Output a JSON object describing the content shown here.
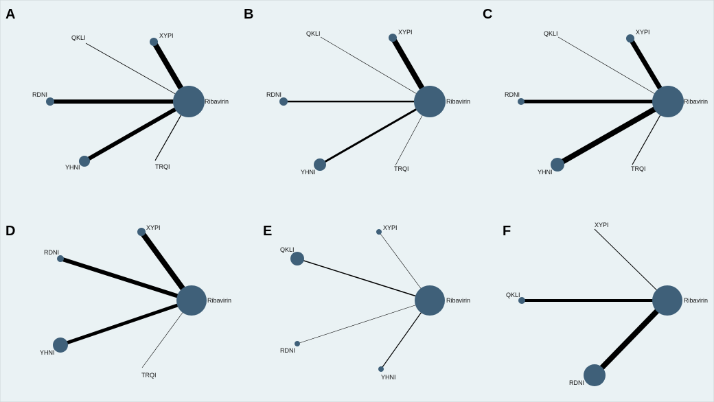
{
  "figure": {
    "node_color": "#3f6079",
    "background_color": "#eaf2f4",
    "edge_color": "#000000",
    "panels": [
      {
        "letter": "A",
        "nodes": [
          {
            "label": "Ribavirin"
          },
          {
            "label": "XYPI"
          },
          {
            "label": "QKLI"
          },
          {
            "label": "RDNI"
          },
          {
            "label": "YHNI"
          },
          {
            "label": "TRQI"
          }
        ],
        "edges": [
          {
            "from": "XYPI",
            "to": "Ribavirin"
          },
          {
            "from": "QKLI",
            "to": "Ribavirin"
          },
          {
            "from": "RDNI",
            "to": "Ribavirin"
          },
          {
            "from": "YHNI",
            "to": "Ribavirin"
          },
          {
            "from": "TRQI",
            "to": "Ribavirin"
          }
        ]
      },
      {
        "letter": "B",
        "nodes": [
          {
            "label": "Ribavirin"
          },
          {
            "label": "XYPI"
          },
          {
            "label": "QKLI"
          },
          {
            "label": "RDNI"
          },
          {
            "label": "YHNI"
          },
          {
            "label": "TRQI"
          }
        ],
        "edges": [
          {
            "from": "XYPI",
            "to": "Ribavirin"
          },
          {
            "from": "QKLI",
            "to": "Ribavirin"
          },
          {
            "from": "RDNI",
            "to": "Ribavirin"
          },
          {
            "from": "YHNI",
            "to": "Ribavirin"
          },
          {
            "from": "TRQI",
            "to": "Ribavirin"
          }
        ]
      },
      {
        "letter": "C",
        "nodes": [
          {
            "label": "Ribavirin"
          },
          {
            "label": "XYPI"
          },
          {
            "label": "QKLI"
          },
          {
            "label": "RDNI"
          },
          {
            "label": "YHNI"
          },
          {
            "label": "TRQI"
          }
        ],
        "edges": [
          {
            "from": "XYPI",
            "to": "Ribavirin"
          },
          {
            "from": "QKLI",
            "to": "Ribavirin"
          },
          {
            "from": "RDNI",
            "to": "Ribavirin"
          },
          {
            "from": "YHNI",
            "to": "Ribavirin"
          },
          {
            "from": "TRQI",
            "to": "Ribavirin"
          }
        ]
      },
      {
        "letter": "D",
        "nodes": [
          {
            "label": "Ribavirin"
          },
          {
            "label": "XYPI"
          },
          {
            "label": "RDNI"
          },
          {
            "label": "YHNI"
          },
          {
            "label": "TRQI"
          }
        ],
        "edges": [
          {
            "from": "XYPI",
            "to": "Ribavirin"
          },
          {
            "from": "RDNI",
            "to": "Ribavirin"
          },
          {
            "from": "YHNI",
            "to": "Ribavirin"
          },
          {
            "from": "TRQI",
            "to": "Ribavirin"
          }
        ]
      },
      {
        "letter": "E",
        "nodes": [
          {
            "label": "Ribavirin"
          },
          {
            "label": "XYPI"
          },
          {
            "label": "QKLI"
          },
          {
            "label": "RDNI"
          },
          {
            "label": "YHNI"
          }
        ],
        "edges": [
          {
            "from": "XYPI",
            "to": "Ribavirin"
          },
          {
            "from": "QKLI",
            "to": "Ribavirin"
          },
          {
            "from": "RDNI",
            "to": "Ribavirin"
          },
          {
            "from": "YHNI",
            "to": "Ribavirin"
          }
        ]
      },
      {
        "letter": "F",
        "nodes": [
          {
            "label": "Ribavirin"
          },
          {
            "label": "XYPI"
          },
          {
            "label": "QKLI"
          },
          {
            "label": "RDNI"
          }
        ],
        "edges": [
          {
            "from": "XYPI",
            "to": "Ribavirin"
          },
          {
            "from": "QKLI",
            "to": "Ribavirin"
          },
          {
            "from": "RDNI",
            "to": "Ribavirin"
          }
        ]
      }
    ]
  }
}
